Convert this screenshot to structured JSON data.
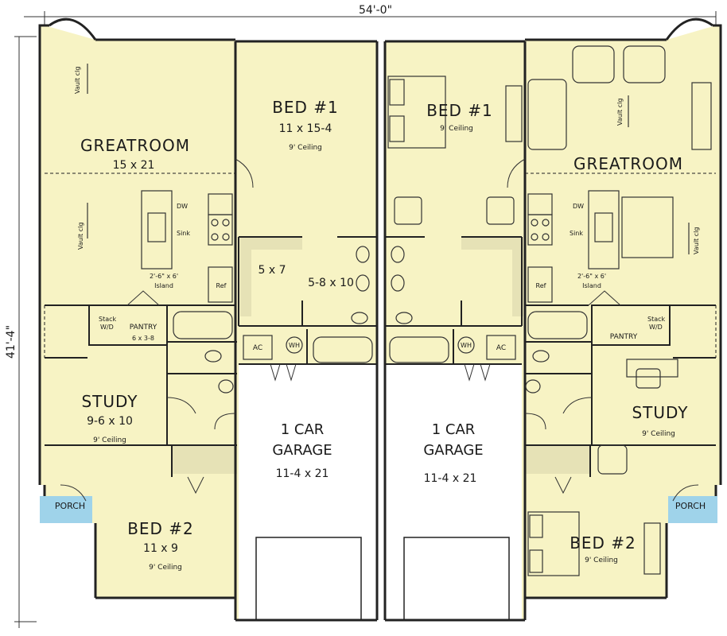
{
  "colors": {
    "floor": "#f7f3c4",
    "garage": "#ffffff",
    "porch": "#9fd3ea",
    "wall": "#222222",
    "closet": "#e6e2b6"
  },
  "dimensions": {
    "overall_width": "54'-0\"",
    "overall_depth": "41'-4\""
  },
  "left_unit": {
    "greatroom": {
      "name": "GREATROOM",
      "size": "15 x 21",
      "vault": "Vault clg",
      "vault2": "Vault clg"
    },
    "bed1": {
      "name": "BED #1",
      "size": "11 x 15-4",
      "ceiling": "9' Ceiling"
    },
    "kitchen": {
      "dw": "DW",
      "sink": "Sink",
      "island": "2'-6\" x 6'",
      "island_label": "Island",
      "ref": "Ref"
    },
    "closet": {
      "size": "5 x 7"
    },
    "bath": {
      "size": "5-8 x 10"
    },
    "pantry": {
      "name": "PANTRY",
      "size": "6 x 3-8",
      "stack": "Stack",
      "wd": "W/D"
    },
    "mech": {
      "ac": "AC",
      "wh": "WH"
    },
    "study": {
      "name": "STUDY",
      "size": "9-6 x 10",
      "ceiling": "9' Ceiling"
    },
    "garage": {
      "line1": "1 CAR",
      "line2": "GARAGE",
      "size": "11-4 x 21"
    },
    "porch": {
      "name": "PORCH"
    },
    "bed2": {
      "name": "BED #2",
      "size": "11 x 9",
      "ceiling": "9' Ceiling"
    }
  },
  "right_unit": {
    "bed1": {
      "name": "BED #1",
      "ceiling": "9' Ceiling"
    },
    "greatroom": {
      "name": "GREATROOM",
      "vault": "Vault clg",
      "vault2": "Vault clg"
    },
    "kitchen": {
      "dw": "DW",
      "sink": "Sink",
      "island": "2'-6\" x 6'",
      "island_label": "Island",
      "ref": "Ref"
    },
    "mech": {
      "wh": "WH",
      "ac": "AC"
    },
    "garage": {
      "line1": "1 CAR",
      "line2": "GARAGE",
      "size": "11-4 x 21"
    },
    "pantry": {
      "name": "PANTRY",
      "stack": "Stack",
      "wd": "W/D"
    },
    "study": {
      "name": "STUDY",
      "ceiling": "9' Ceiling"
    },
    "porch": {
      "name": "PORCH"
    },
    "bed2": {
      "name": "BED #2",
      "ceiling": "9' Ceiling"
    }
  }
}
